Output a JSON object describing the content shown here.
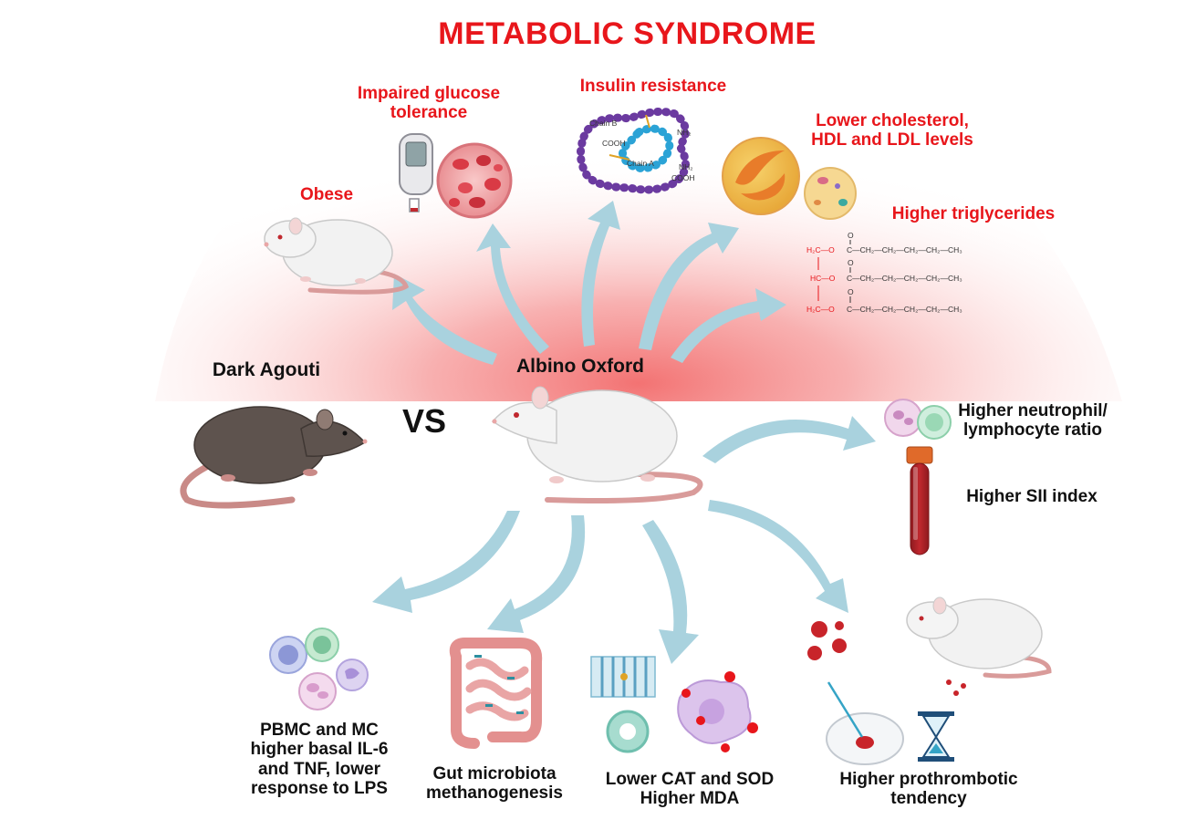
{
  "title": "METABOLIC SYNDROME",
  "labels": {
    "obese": "Obese",
    "impaired_glucose": "Impaired glucose\ntolerance",
    "insulin_resistance": "Insulin resistance",
    "lower_cholesterol": "Lower cholesterol,\nHDL and LDL levels",
    "higher_triglycerides": "Higher triglycerides",
    "dark_agouti": "Dark Agouti",
    "vs": "VS",
    "albino_oxford": "Albino Oxford",
    "neutrophil_ratio": "Higher neutrophil/\nlymphocyte ratio",
    "sii_index": "Higher SII index",
    "pbmc": "PBMC and MC\nhigher basal IL-6\nand TNF, lower\nresponse to LPS",
    "gut": "Gut microbiota\nmethanogenesis",
    "cat_sod": "Lower CAT and SOD\nHigher MDA",
    "prothrombotic": "Higher prothrombotic\ntendency"
  },
  "insulin_chain_labels": {
    "chain_b": "Chain B",
    "chain_a": "Chain A",
    "cooh_1": "COOH",
    "cooh_2": "COOH",
    "nh2_1": "NH₂",
    "nh2_2": "NH₂"
  },
  "triglyceride_formula": {
    "row1_left": "H₂C—O",
    "row2_left": "HC—O",
    "row3_left": "H₂C—O",
    "carbonyl": "O",
    "chain": "C—CH₂—CH₂—CH₂—CH₂—CH₃"
  },
  "colors": {
    "title_red": "#e8161b",
    "arrow_blue": "#a9d2de",
    "glow_red": "#f26b6b",
    "text_black": "#111111"
  }
}
